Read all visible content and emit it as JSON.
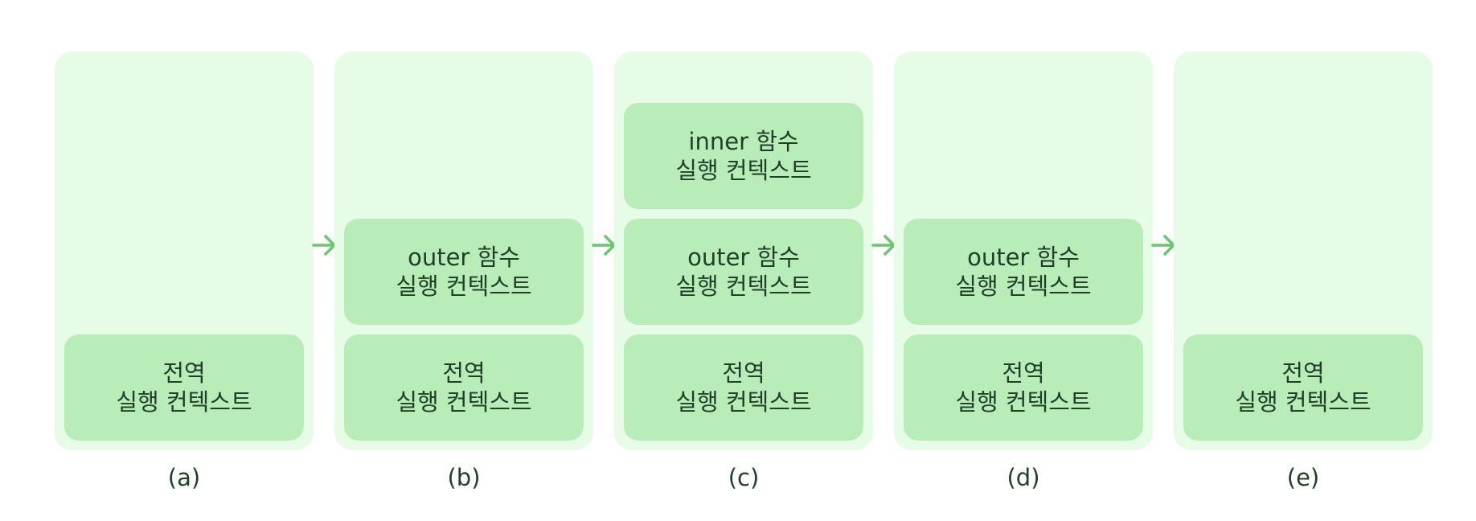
{
  "stacks": [
    {
      "caption": "(a)",
      "frames": [
        {
          "line1": "전역",
          "line2": "실행 컨텍스트"
        }
      ]
    },
    {
      "caption": "(b)",
      "frames": [
        {
          "line1": "outer 함수",
          "line2": "실행 컨텍스트"
        },
        {
          "line1": "전역",
          "line2": "실행 컨텍스트"
        }
      ]
    },
    {
      "caption": "(c)",
      "frames": [
        {
          "line1": "inner 함수",
          "line2": "실행 컨텍스트"
        },
        {
          "line1": "outer 함수",
          "line2": "실행 컨텍스트"
        },
        {
          "line1": "전역",
          "line2": "실행 컨텍스트"
        }
      ]
    },
    {
      "caption": "(d)",
      "frames": [
        {
          "line1": "outer 함수",
          "line2": "실행 컨텍스트"
        },
        {
          "line1": "전역",
          "line2": "실행 컨텍스트"
        }
      ]
    },
    {
      "caption": "(e)",
      "frames": [
        {
          "line1": "전역",
          "line2": "실행 컨텍스트"
        }
      ]
    }
  ],
  "colors": {
    "stack_background": "#e6fce6",
    "frame_background": "#b8edb9",
    "text": "#1f3f26",
    "arrow": "#6cc46f"
  },
  "icons": {
    "transition": "arrow-right-icon"
  }
}
